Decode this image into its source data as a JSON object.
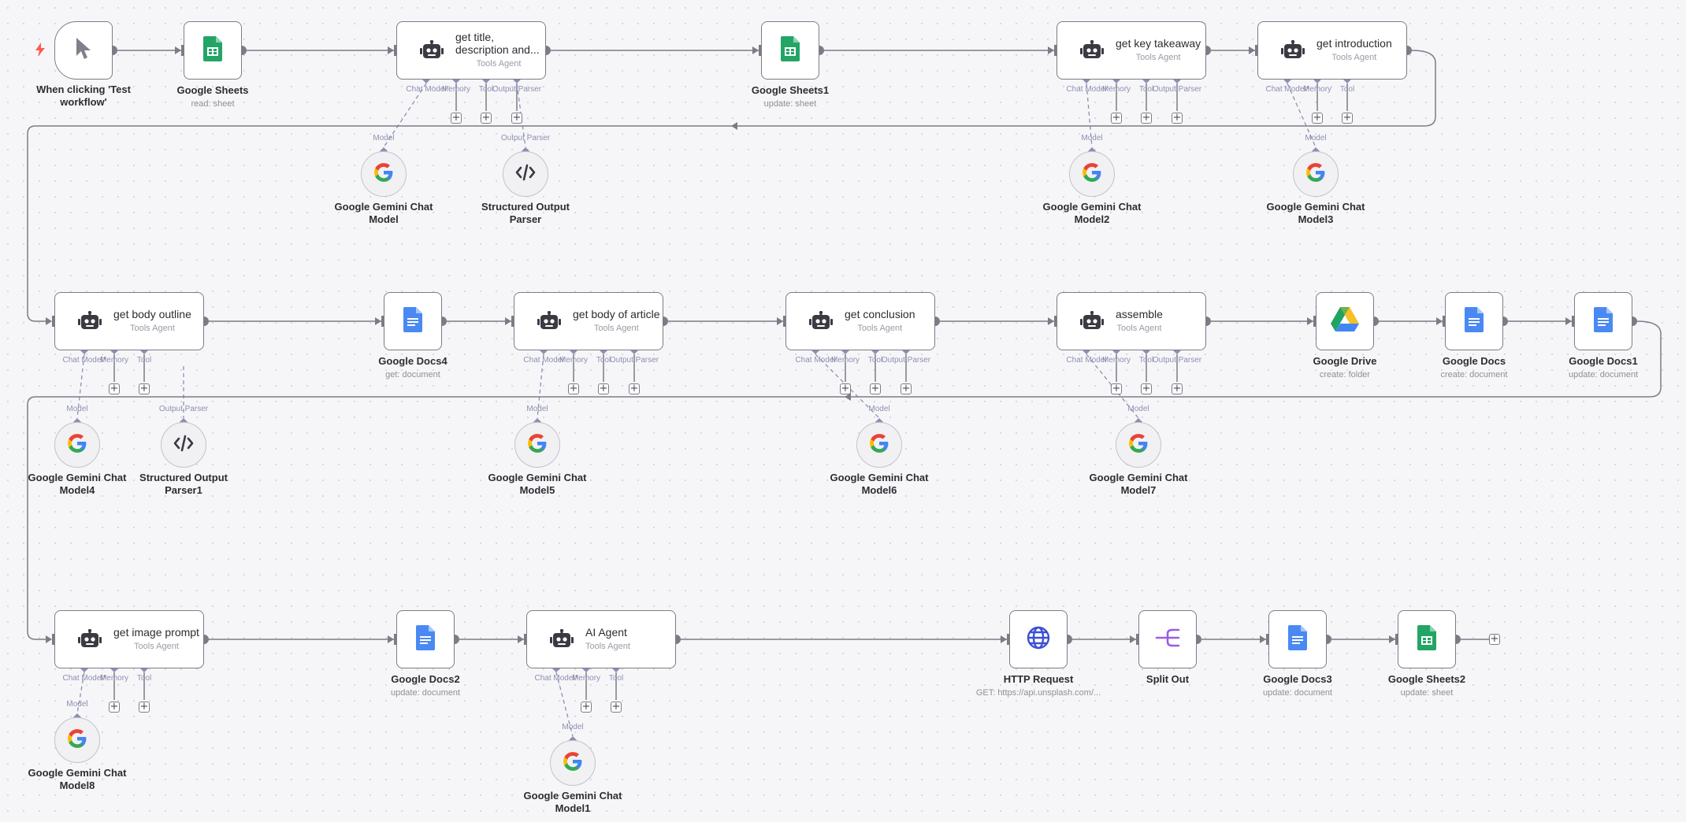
{
  "trigger": {
    "title": "When clicking 'Test workflow'"
  },
  "nodes": {
    "sheets": {
      "title": "Google Sheets",
      "subtitle": "read: sheet"
    },
    "get_title": {
      "title": "get title, description and...",
      "subtitle": "Tools Agent"
    },
    "sheets1": {
      "title": "Google Sheets1",
      "subtitle": "update: sheet"
    },
    "key_takeaway": {
      "title": "get key takeaway",
      "subtitle": "Tools Agent"
    },
    "introduction": {
      "title": "get introduction",
      "subtitle": "Tools Agent"
    },
    "body_outline": {
      "title": "get body outline",
      "subtitle": "Tools Agent"
    },
    "docs4": {
      "title": "Google Docs4",
      "subtitle": "get: document"
    },
    "body_article": {
      "title": "get body of article",
      "subtitle": "Tools Agent"
    },
    "conclusion": {
      "title": "get conclusion",
      "subtitle": "Tools Agent"
    },
    "assemble": {
      "title": "assemble",
      "subtitle": "Tools Agent"
    },
    "drive": {
      "title": "Google Drive",
      "subtitle": "create: folder"
    },
    "docs": {
      "title": "Google Docs",
      "subtitle": "create: document"
    },
    "docs1": {
      "title": "Google Docs1",
      "subtitle": "update: document"
    },
    "image_prompt": {
      "title": "get image prompt",
      "subtitle": "Tools Agent"
    },
    "docs2": {
      "title": "Google Docs2",
      "subtitle": "update: document"
    },
    "ai_agent": {
      "title": "AI Agent",
      "subtitle": "Tools Agent"
    },
    "http": {
      "title": "HTTP Request",
      "subtitle": "GET: https://api.unsplash.com/..."
    },
    "split": {
      "title": "Split Out",
      "subtitle": ""
    },
    "docs3": {
      "title": "Google Docs3",
      "subtitle": "update: document"
    },
    "sheets2": {
      "title": "Google Sheets2",
      "subtitle": "update: sheet"
    }
  },
  "subnodes": {
    "gem0": {
      "title": "Google Gemini Chat Model",
      "port": "Model"
    },
    "parser0": {
      "title": "Structured Output Parser",
      "port": "Output Parser"
    },
    "gem2": {
      "title": "Google Gemini Chat Model2",
      "port": "Model"
    },
    "gem3": {
      "title": "Google Gemini Chat Model3",
      "port": "Model"
    },
    "gem4": {
      "title": "Google Gemini Chat Model4",
      "port": "Model"
    },
    "parser1": {
      "title": "Structured Output Parser1",
      "port": "Output Parser"
    },
    "gem5": {
      "title": "Google Gemini Chat Model5",
      "port": "Model"
    },
    "gem6": {
      "title": "Google Gemini Chat Model6",
      "port": "Model"
    },
    "gem7": {
      "title": "Google Gemini Chat Model7",
      "port": "Model"
    },
    "gem8": {
      "title": "Google Gemini Chat Model8",
      "port": "Model"
    },
    "gem1": {
      "title": "Google Gemini Chat Model1",
      "port": "Model"
    }
  },
  "ports": {
    "chat_model": "Chat Model",
    "required_mark": "*",
    "memory": "Memory",
    "tool": "Tool",
    "output_parser": "Output Parser"
  },
  "add_symbol": "+",
  "colors": {
    "canvas": "#f6f6f8",
    "edge": "#7c7c86",
    "port": "#8c8fb2",
    "sheets_green": "#23a566",
    "docs_blue": "#4a89f3",
    "split_purple": "#9b5de5",
    "http_blue": "#3b4fd8",
    "trigger_red": "#ff5a4e"
  },
  "icons": {
    "trigger": "cursor-icon",
    "agent": "robot-icon",
    "sheets": "google-sheets-icon",
    "docs": "google-docs-icon",
    "drive": "google-drive-icon",
    "http": "globe-icon",
    "split": "split-out-icon",
    "gemini": "google-g-icon",
    "parser": "code-icon"
  }
}
